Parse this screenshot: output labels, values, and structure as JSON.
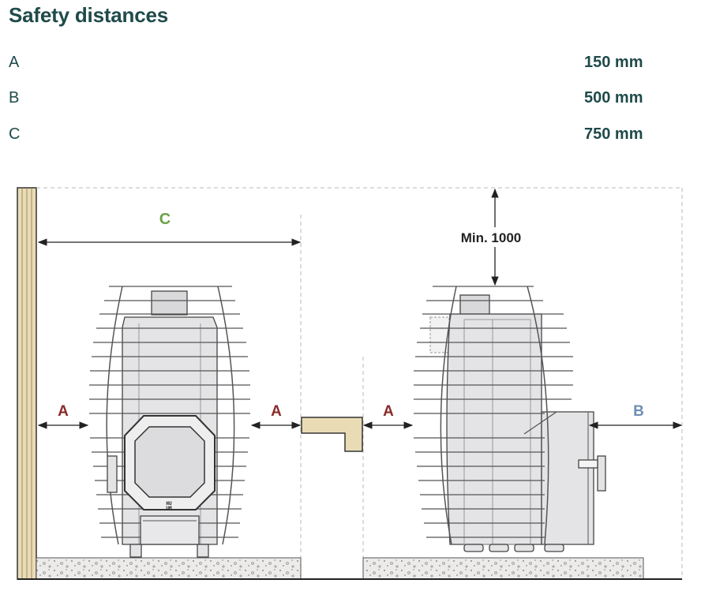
{
  "header": {
    "title": "Safety distances"
  },
  "distances": [
    {
      "label": "A",
      "value": "150 mm"
    },
    {
      "label": "B",
      "value": "500 mm"
    },
    {
      "label": "C",
      "value": "750 mm"
    }
  ],
  "diagram": {
    "labels": {
      "a": "A",
      "b": "B",
      "c": "C",
      "min_height": "Min. 1000"
    },
    "stove_badge": "HU\nUM",
    "colors": {
      "a": "#8b2a2a",
      "b": "#6f8fb3",
      "c": "#6aa246",
      "wood": "#e9dcb5",
      "stove": "#e4e4e6"
    }
  }
}
